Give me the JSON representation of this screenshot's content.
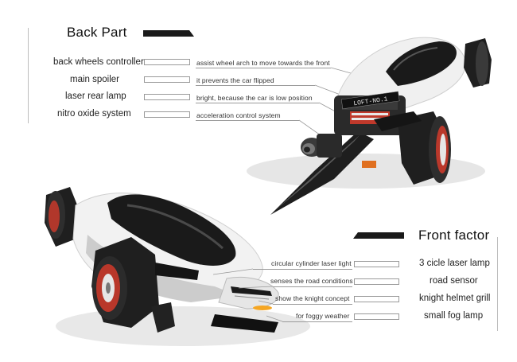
{
  "back_part": {
    "title": "Back Part",
    "items": [
      {
        "label": "back wheels controller",
        "desc": "assist wheel arch to move towards the front"
      },
      {
        "label": "main spoiler",
        "desc": "it prevents the car flipped"
      },
      {
        "label": "laser rear lamp",
        "desc": "bright, because the car is low position"
      },
      {
        "label": "nitro oxide system",
        "desc": "acceleration control system"
      }
    ]
  },
  "front_factor": {
    "title": "Front factor",
    "items": [
      {
        "label": "3 cicle laser lamp",
        "desc": "circular cylinder laser light"
      },
      {
        "label": "road sensor",
        "desc": "senses the road conditions"
      },
      {
        "label": "knight helmet grill",
        "desc": "show the knight concept"
      },
      {
        "label": "small fog lamp",
        "desc": "for foggy weather"
      }
    ]
  },
  "plate_text": "LOFT-NO.1",
  "colors": {
    "accent_bar": "#1a1a1a",
    "body_white": "#f2f2f2",
    "body_dark": "#1c1c1c",
    "wheel_red": "#d23a2a",
    "flame_orange": "#e07020"
  }
}
